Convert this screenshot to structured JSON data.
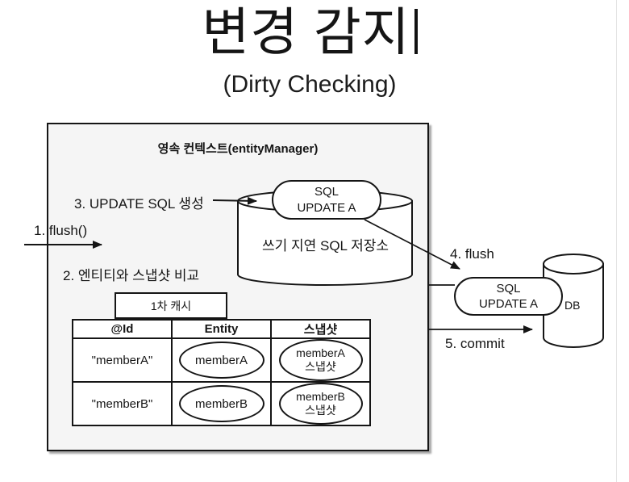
{
  "slide": {
    "title": "변경 감지",
    "subtitle": "(Dirty Checking)"
  },
  "persistence_context": {
    "title": "영속 컨텍스트(entityManager)",
    "labels": {
      "step1": "1. flush()",
      "step2": "2. 엔티티와 스냅샷 비교",
      "step3": "3. UPDATE SQL 생성",
      "step4": "4. flush",
      "step5": "5. commit"
    },
    "sql_store": {
      "name": "쓰기 지연 SQL 저장소",
      "sql_item": {
        "line1": "SQL",
        "line2": "UPDATE A"
      }
    },
    "first_level_cache": {
      "tab": "1차 캐시",
      "headers": [
        "@Id",
        "Entity",
        "스냅샷"
      ],
      "rows": [
        {
          "id": "\"memberA\"",
          "entity": "memberA",
          "snapshot": [
            "memberA",
            "스냅샷"
          ]
        },
        {
          "id": "\"memberB\"",
          "entity": "memberB",
          "snapshot": [
            "memberB",
            "스냅샷"
          ]
        }
      ]
    }
  },
  "database": {
    "label": "DB",
    "sql_item": {
      "line1": "SQL",
      "line2": "UPDATE A"
    }
  },
  "colors": {
    "context_fill": "#f5f5f5",
    "stroke": "#151515",
    "shape_fill": "#ffffff",
    "page_edge": "#e4e4e4"
  }
}
